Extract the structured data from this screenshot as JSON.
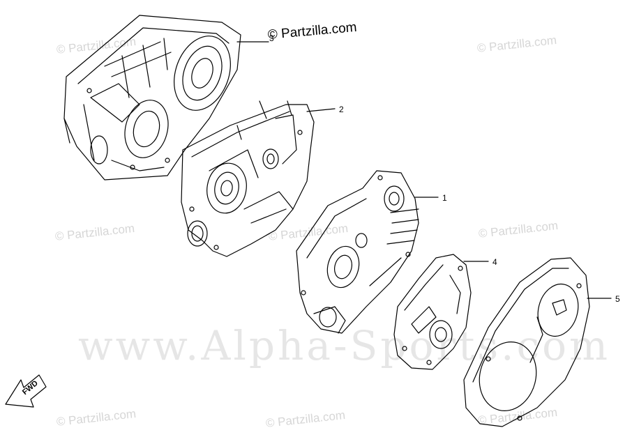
{
  "watermarks": {
    "small": "© Partzilla.com",
    "big": "www.Alpha-Sports.com"
  },
  "brand_label": "© Partzilla.com",
  "callouts": {
    "part_1": "1",
    "part_2": "2",
    "part_3": "3",
    "part_4": "4",
    "part_5": "5"
  },
  "direction_label": "FWD"
}
